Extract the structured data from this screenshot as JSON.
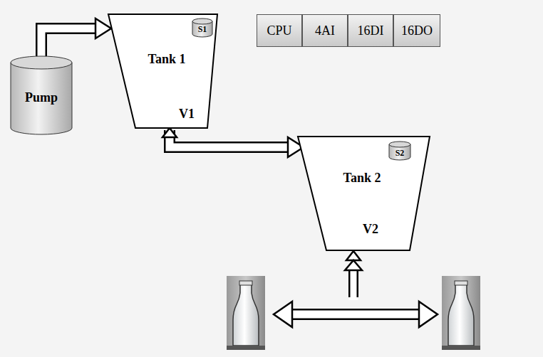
{
  "diagram": {
    "nodes": [
      {
        "text": [
          "Pump"
        ]
      },
      {
        "text": [
          "Tank 1"
        ]
      },
      {
        "text": [
          "S1"
        ],
        "in": 1
      },
      {
        "text": [
          "CPU"
        ]
      },
      {
        "text": [
          "4AI"
        ]
      },
      {
        "text": [
          "16DI"
        ]
      },
      {
        "text": [
          "16DO"
        ]
      },
      {
        "text": [
          "Tank 2"
        ]
      },
      {
        "text": [
          "S2"
        ],
        "in": 7
      }
    ],
    "edges": [
      {
        "from": 0,
        "to": 1,
        "arrow": "to"
      },
      {
        "from": 1,
        "to": 7,
        "arrow": "to"
      }
    ],
    "labels": [
      "V1",
      "V2"
    ]
  }
}
